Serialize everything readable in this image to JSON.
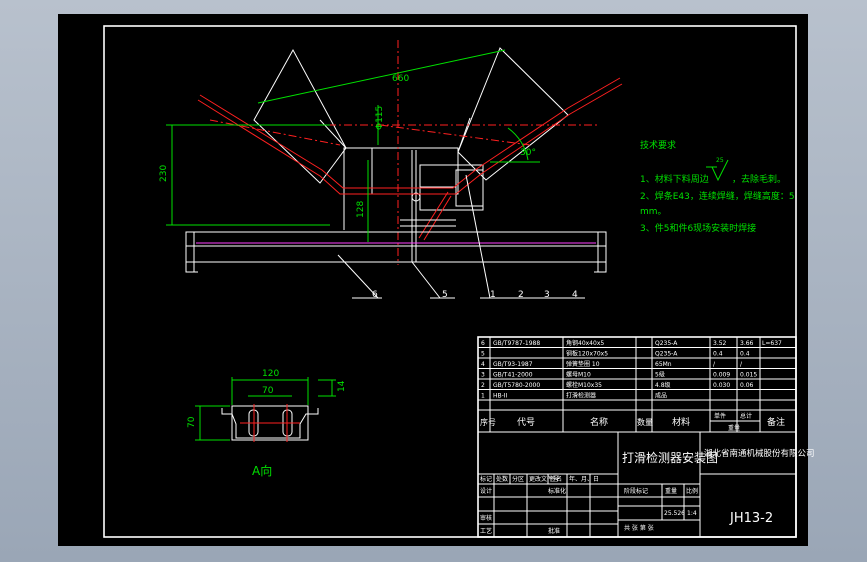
{
  "dims": {
    "d660": "660",
    "d115": "Φ115",
    "d30": "30°",
    "d230": "230",
    "d128": "128",
    "d120": "120",
    "d70": "70",
    "d14": "14",
    "d70v": "70"
  },
  "balloons": [
    "6",
    "5",
    "1",
    "2",
    "3",
    "4"
  ],
  "view_label": "A向",
  "notes": {
    "title": "技术要求",
    "item1a": "1、材料下料周边",
    "item1b": "，去除毛刺。",
    "item2a": "2、焊条E43，连续焊缝，焊缝高度：5",
    "item2b": "mm。",
    "item3": "3、件5和件6现场安装时焊接",
    "roughness": "25"
  },
  "bom": [
    {
      "no": "6",
      "code": "GB/T9787-1988",
      "name": "角钢40x40x5",
      "qty": "",
      "mat": "Q235-A",
      "w1": "3.52",
      "w2": "3.66",
      "remark": "L=637"
    },
    {
      "no": "5",
      "code": "",
      "name": "钢板120x70x5",
      "qty": "",
      "mat": "Q235-A",
      "w1": "0.4",
      "w2": "0.4",
      "remark": ""
    },
    {
      "no": "4",
      "code": "GB/T93-1987",
      "name": "弹簧垫圈 10",
      "qty": "",
      "mat": "65Mn",
      "w1": "/",
      "w2": "/",
      "remark": ""
    },
    {
      "no": "3",
      "code": "GB/T41-2000",
      "name": "螺母M10",
      "qty": "",
      "mat": "5级",
      "w1": "0.009",
      "w2": "0.015",
      "remark": ""
    },
    {
      "no": "2",
      "code": "GB/T5780-2000",
      "name": "螺栓M10x35",
      "qty": "",
      "mat": "4.8级",
      "w1": "0.030",
      "w2": "0.06",
      "remark": ""
    },
    {
      "no": "1",
      "code": "HB-II",
      "name": "打滑检测器",
      "qty": "",
      "mat": "成品",
      "w1": "",
      "w2": "",
      "remark": ""
    }
  ],
  "bom_header": {
    "no": "序号",
    "code": "代号",
    "name": "名称",
    "qty": "数量",
    "mat": "材料",
    "single": "单件",
    "total": "总计",
    "weight": "重量",
    "remark": "备注"
  },
  "title_block": {
    "drawing_title": "打滑检测器安装图",
    "company": "湖北省南通机械股份有限公司",
    "drawing_no": "JH13-2",
    "revision_row": [
      "标记",
      "处数",
      "分区",
      "更改文件号",
      "签名",
      "年、月、日"
    ],
    "design": "设计",
    "standard": "标准化",
    "process": "工艺",
    "review": "审核",
    "approve": "批准",
    "stage": "阶段标记",
    "weight": "重量",
    "scale_h": "比例",
    "weight_v": "25.526",
    "scale_v": "1:4",
    "sheets": "共  张  第  张"
  }
}
